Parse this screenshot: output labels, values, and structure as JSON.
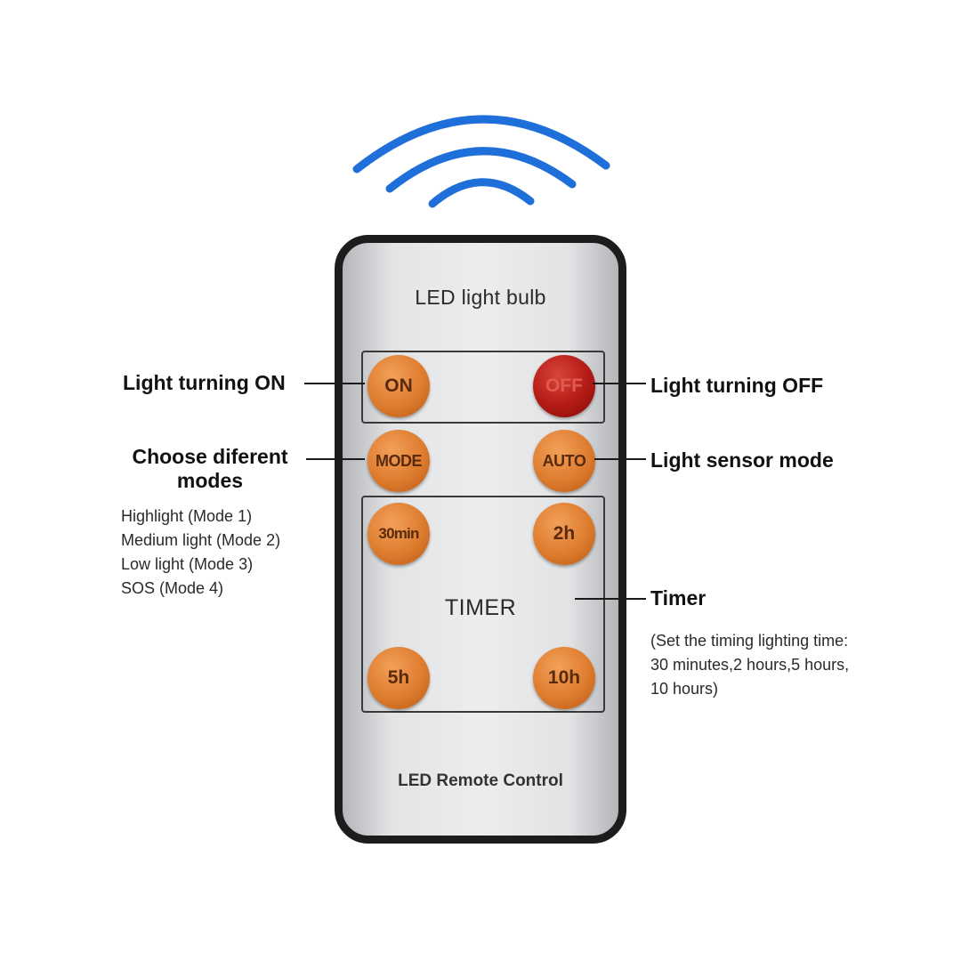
{
  "remote": {
    "title": "LED light bulb",
    "footer": "LED Remote Control",
    "timer_label": "TIMER"
  },
  "buttons": {
    "on": "ON",
    "off": "OFF",
    "mode": "MODE",
    "auto": "AUTO",
    "t30": "30min",
    "t2h": "2h",
    "t5h": "5h",
    "t10h": "10h"
  },
  "labels": {
    "on": "Light turning ON",
    "off": "Light turning OFF",
    "mode_line1": "Choose diferent",
    "mode_line2": "modes",
    "auto": "Light sensor mode",
    "timer": "Timer"
  },
  "mode_list": [
    "Highlight (Mode 1)",
    "Medium light (Mode 2)",
    "Low light (Mode 3)",
    "SOS (Mode 4)"
  ],
  "timer_desc": [
    "(Set the timing lighting time:",
    "30 minutes,2 hours,5 hours,",
    "10 hours)"
  ],
  "colors": {
    "signal": "#1e6fd9",
    "button_orange": "#de7c2e",
    "button_red": "#b21a15"
  },
  "icons": {
    "signal": "wifi-signal-icon"
  }
}
